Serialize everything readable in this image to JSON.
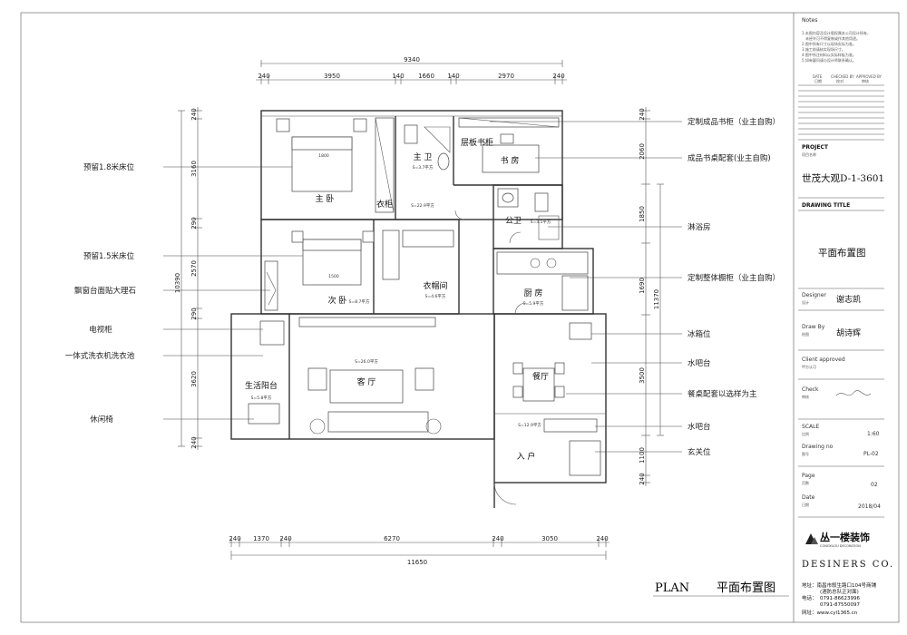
{
  "plan": {
    "overall_width_top": "9340",
    "top_dims": [
      "240",
      "3950",
      "140",
      "1660",
      "140",
      "2970",
      "240"
    ],
    "overall_width_bottom": "11650",
    "bottom_dims": [
      "240",
      "1370",
      "240",
      "6270",
      "240",
      "3050",
      "240"
    ],
    "left_overall": "10390",
    "left_dims": [
      "240",
      "3160",
      "290",
      "2570",
      "290",
      "3620",
      "240"
    ],
    "right_overall": "11370",
    "right_dims": [
      "240",
      "2060",
      "1850",
      "1690",
      "3500",
      "1100",
      "240"
    ],
    "rooms": {
      "master_bed": "主 卧",
      "master_bath": "主 卫",
      "master_bath_area": "S=3.7平方",
      "study": "书 房",
      "shelf": "层板书柜",
      "wardrobe": "衣柜",
      "master_area": "S=22.9平方",
      "bed_1800": "1800",
      "public_bath": "公卫",
      "public_bath_area": "S=3.1平方",
      "cloak": "衣帽间",
      "cloak_area": "S=4.6平方",
      "second_bed": "次 卧",
      "second_bed_area": "S=8.7平方",
      "bed_1500": "1500",
      "kitchen": "厨 房",
      "kitchen_area": "S=5.9平方",
      "living": "客 厅",
      "living_area": "S=26.0平方",
      "balcony": "生活阳台",
      "balcony_area": "S=5.8平方",
      "dining": "餐厅",
      "dining_area": "S=12.9平方",
      "entry": "入 户"
    },
    "left_labels": [
      "预留1.8米床位",
      "预留1.5米床位",
      "飘窗台面贴大理石",
      "电视柜",
      "一体式洗衣机洗衣池",
      "休闲椅"
    ],
    "right_labels": [
      "定制成品书柜（业主自购）",
      "成品书桌配套(业主自购)",
      "淋浴房",
      "定制整体橱柜（业主自购）",
      "冰箱位",
      "水吧台",
      "餐桌配套以选样为主",
      "水吧台",
      "玄关位"
    ],
    "plan_title_en": "PLAN",
    "plan_title_cn": "平面布置图"
  },
  "title_block": {
    "notes_heading": "Notes",
    "notes_lines": [
      "1.本图内容及设计版权属本公司设计所有，",
      "未经许可不得复制或作其他用途。",
      "2.图中所有尺寸以现场实际为准。",
      "3.施工前请核实现场尺寸。",
      "4.图中所注材料以实际样板为准。",
      "5.如有疑问请与设计师联系确认。"
    ],
    "table_head": [
      "DATE",
      "CHECKED BY",
      "APPROVED BY"
    ],
    "table_head_cn": [
      "日期",
      "校对",
      "审核"
    ],
    "project_label": "PROJECT",
    "project_label_cn": "项目名称",
    "project_value": "世茂大观D-1-3601",
    "drawing_title_label": "DRAWING TITLE",
    "drawing_title_value": "平面布置图",
    "designer_label": "Designer",
    "designer_label_cn": "设计",
    "designer_value": "谢志凯",
    "drawby_label": "Draw By",
    "drawby_label_cn": "绘图",
    "drawby_value": "胡诗辉",
    "client_label": "Client approved",
    "client_label_cn": "甲方认可",
    "check_label": "Check",
    "check_label_cn": "审核",
    "scale_label": "SCALE",
    "scale_label_cn": "比例",
    "scale_value": "1:60",
    "drawing_no_label": "Drawing  no",
    "drawing_no_label_cn": "图号",
    "drawing_no_value": "PL-02",
    "page_label": "Page",
    "page_label_cn": "页数",
    "page_value": "02",
    "date_label": "Date",
    "date_label_cn": "日期",
    "date_value": "2018/04",
    "company_cn": "丛一楼装饰",
    "company_en": "CONGYILOU DECORATION",
    "designers": "DESINERS  CO.",
    "address": "地址：南昌市叙生路口104号商铺",
    "address2": "(酒防总队正对面)",
    "phone_label": "电话：",
    "phone1": "0791-86623996",
    "phone2": "0791-87550097",
    "web": "网址：www.cyl1365.cn"
  }
}
